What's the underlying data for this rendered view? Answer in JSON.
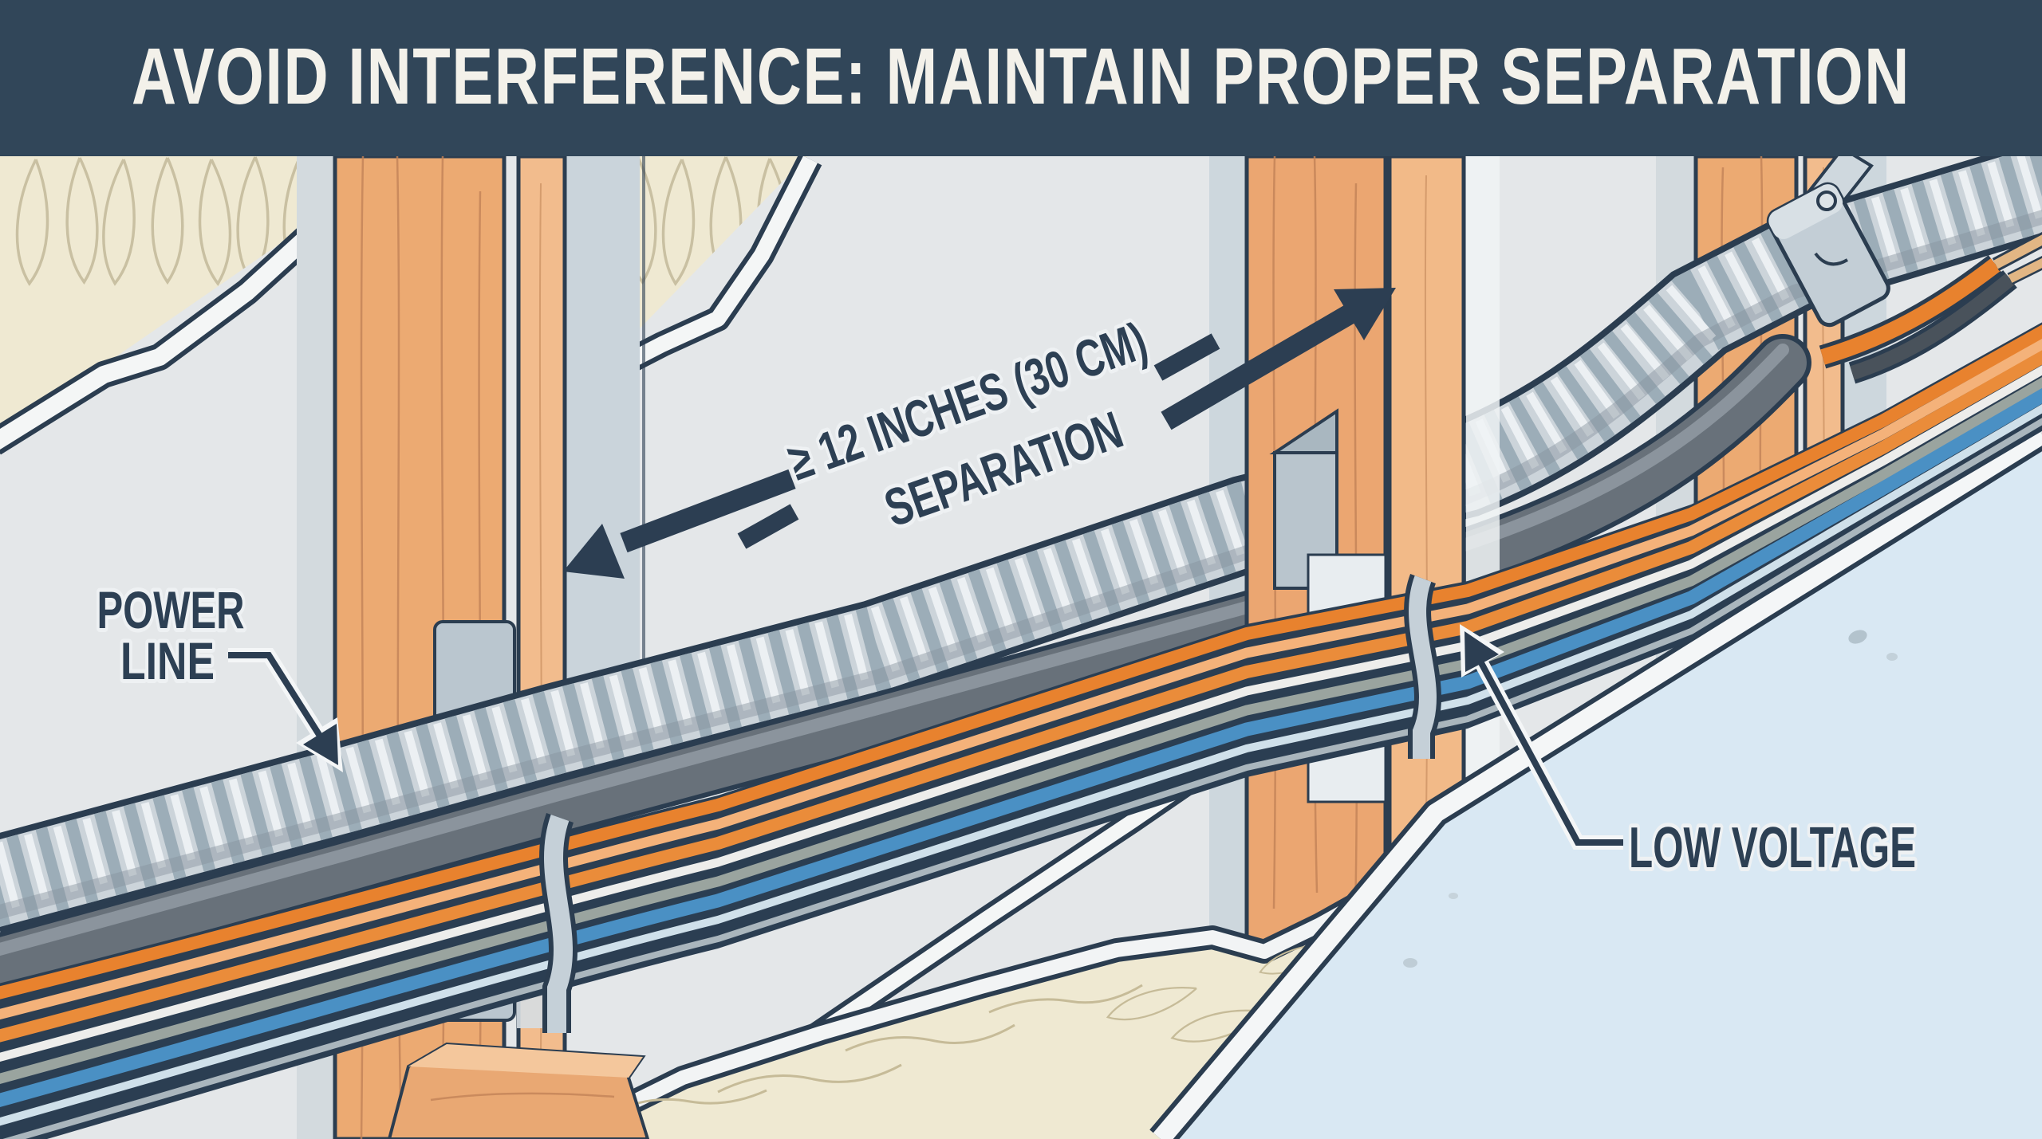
{
  "header": {
    "title": "AVOID INTERFERENCE: MAINTAIN PROPER SEPARATION",
    "background": "#314659",
    "text_color": "#f3f1ea"
  },
  "annotations": {
    "separation": {
      "line1": "≥ 12 INCHES (30 CM)",
      "line2": "SEPARATION"
    },
    "power_line": {
      "line1": "POWER",
      "line2": "LINE"
    },
    "low_voltage": {
      "label": "LOW VOLTAGE"
    }
  },
  "palette": {
    "label_navy": "#2d4054",
    "outline_navy": "#2b3d50",
    "drywall": "#e4e7e9",
    "drywall_shadow": "#cdd7dd",
    "insulation": "#efe9d2",
    "insulation_line": "#c6bb98",
    "wood": "#ecaa72",
    "wood_light": "#f2bc8d",
    "conduit_body": "#ccd4da",
    "conduit_ridge": "#97a8b4",
    "inner_cable": "#68717a",
    "metal_plate": "#bac6cf",
    "cable_orange": "#e8822e",
    "cable_peach": "#f4b27a",
    "cable_white": "#ededeb",
    "cable_sage": "#9aa49f",
    "cable_blue": "#4a90c4",
    "cable_lightblue": "#cfe0ea",
    "cable_gray": "#aab6bd",
    "copper": "#e2b684",
    "sheathing_panel": "#d9e8f3"
  }
}
